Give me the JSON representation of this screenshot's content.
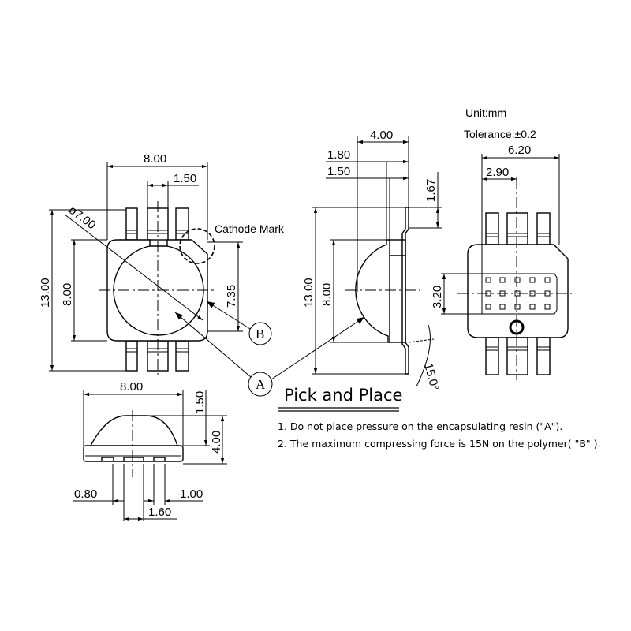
{
  "header": {
    "unit": "Unit:mm",
    "tolerance": "Tolerance:±0.2"
  },
  "top_view": {
    "width": "8.00",
    "lead_width": "1.50",
    "overall_height": "13.00",
    "body_height": "8.00",
    "dome_diameter": "ø7.00",
    "offset": "7.35",
    "cathode_label": "Cathode Mark",
    "label_b": "B",
    "label_a": "A"
  },
  "side_view": {
    "depth": "4.00",
    "d1": "1.80",
    "d2": "1.50",
    "lead_offset": "1.67",
    "overall_height": "13.00",
    "body_height": "8.00",
    "angle": "15.0°"
  },
  "back_view": {
    "width": "6.20",
    "offset": "2.90",
    "grid_height": "3.20"
  },
  "front_view": {
    "width": "8.00",
    "dome_height": "1.50",
    "height": "4.00",
    "pin_a": "0.80",
    "pin_b": "1.00",
    "pitch": "1.60"
  },
  "notes": {
    "title": "Pick and Place",
    "items": [
      "1. Do not place pressure on the encapsulating resin (\"A\").",
      "2. The maximum compressing force is 15N on the polymer( \"B\" )."
    ]
  }
}
